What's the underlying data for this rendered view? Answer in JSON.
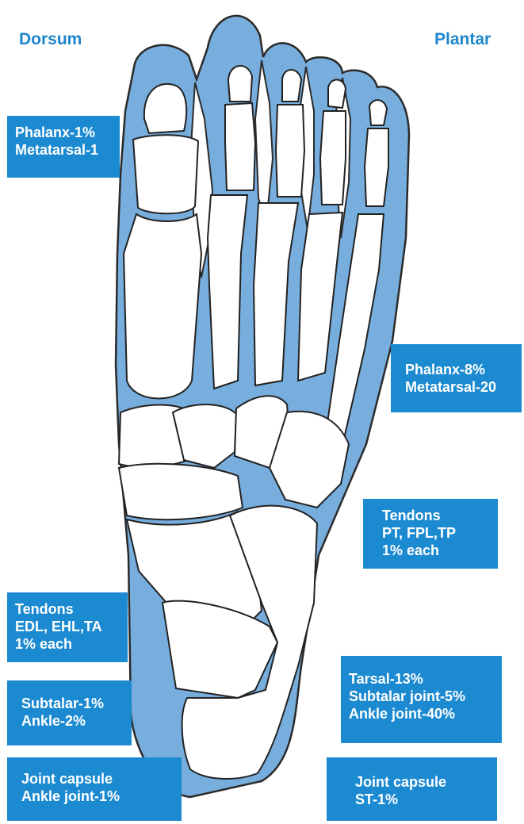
{
  "labels": {
    "dorsum": "Dorsum",
    "plantar": "Plantar"
  },
  "boxes": {
    "phalanx_left": [
      "Phalanx-1%",
      "Metatarsal-1"
    ],
    "phalanx_right": [
      "Phalanx-8%",
      "Metatarsal-20"
    ],
    "tendons_right": [
      "Tendons",
      "PT, FPL,TP",
      "1% each"
    ],
    "tendons_left": [
      "Tendons",
      "EDL, EHL,TA",
      "1% each"
    ],
    "subtalar_left": [
      "Subtalar-1%",
      "Ankle-2%"
    ],
    "tarsal_right": [
      "Tarsal-13%",
      "Subtalar joint-5%",
      "Ankle joint-40%"
    ],
    "capsule_left": [
      "Joint capsule",
      "Ankle joint-1%"
    ],
    "capsule_right": [
      "Joint capsule",
      "ST-1%"
    ]
  },
  "colors": {
    "soft_tissue": "#78aedd",
    "label_box": "#1c8ad0",
    "label_text": "#1e86cc",
    "bone": "#ffffff",
    "outline": "#222222"
  }
}
